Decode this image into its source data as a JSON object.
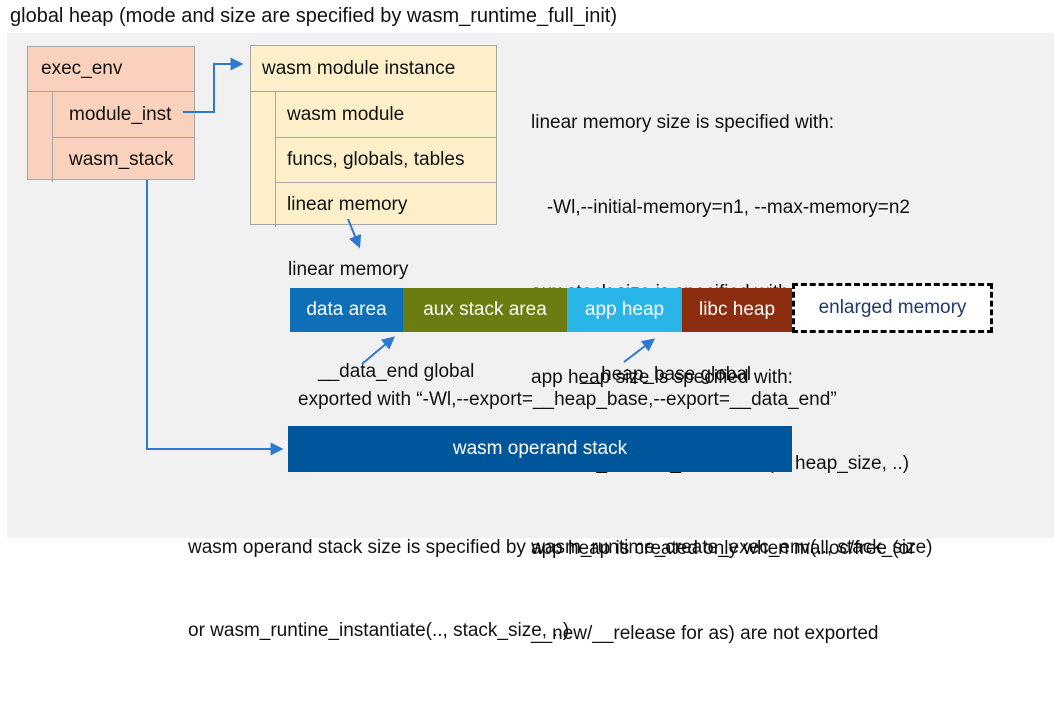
{
  "title": "global heap (mode and size are specified by wasm_runtime_full_init)",
  "exec_env": {
    "header": "exec_env",
    "rows": [
      "module_inst",
      "wasm_stack"
    ]
  },
  "module_instance": {
    "header": "wasm module instance",
    "rows": [
      "wasm module",
      "funcs, globals, tables",
      "linear memory"
    ]
  },
  "memory_notes": {
    "lines": [
      "linear memory size is specified with:",
      "   -Wl,--initial-memory=n1, --max-memory=n2",
      "aux stack size is specified with “-z stack-size=n”",
      "app heap size is specified with:",
      "   wasm_runtime_instantiate(.., heap_size, ..)",
      "app heap is created only when malloc/free (or",
      "__new/__release for as) are not exported"
    ]
  },
  "linear_memory": {
    "label": "linear memory",
    "segments": [
      {
        "label": "data area",
        "color": "#0e6fb8"
      },
      {
        "label": "aux stack area",
        "color": "#6b7c10"
      },
      {
        "label": "app heap",
        "color": "#29b5e8"
      },
      {
        "label": "libc heap",
        "color": "#8b2d0e"
      },
      {
        "label": "enlarged memory",
        "color": "#ffffff"
      }
    ],
    "data_end_label": "__data_end global",
    "heap_base_label": "__heap_base global",
    "export_note": "exported with “-Wl,--export=__heap_base,--export=__data_end”"
  },
  "operand_stack": {
    "label": "wasm operand stack",
    "notes": [
      "wasm operand stack size is specified by wasm_runtime_create_exec_env(.., stack_size)",
      "or wasm_runtine_instantiate(.., stack_size, ..)"
    ]
  },
  "colors": {
    "panel_bg": "#f1f1f1",
    "exec_env_fill": "#fad1bd",
    "module_instance_fill": "#fcefca",
    "box_border": "#a6a6a6",
    "connector": "#2e78cf",
    "operand_stack_fill": "#00569b",
    "enlarged_text": "#1e3a6e",
    "text": "#111111"
  }
}
